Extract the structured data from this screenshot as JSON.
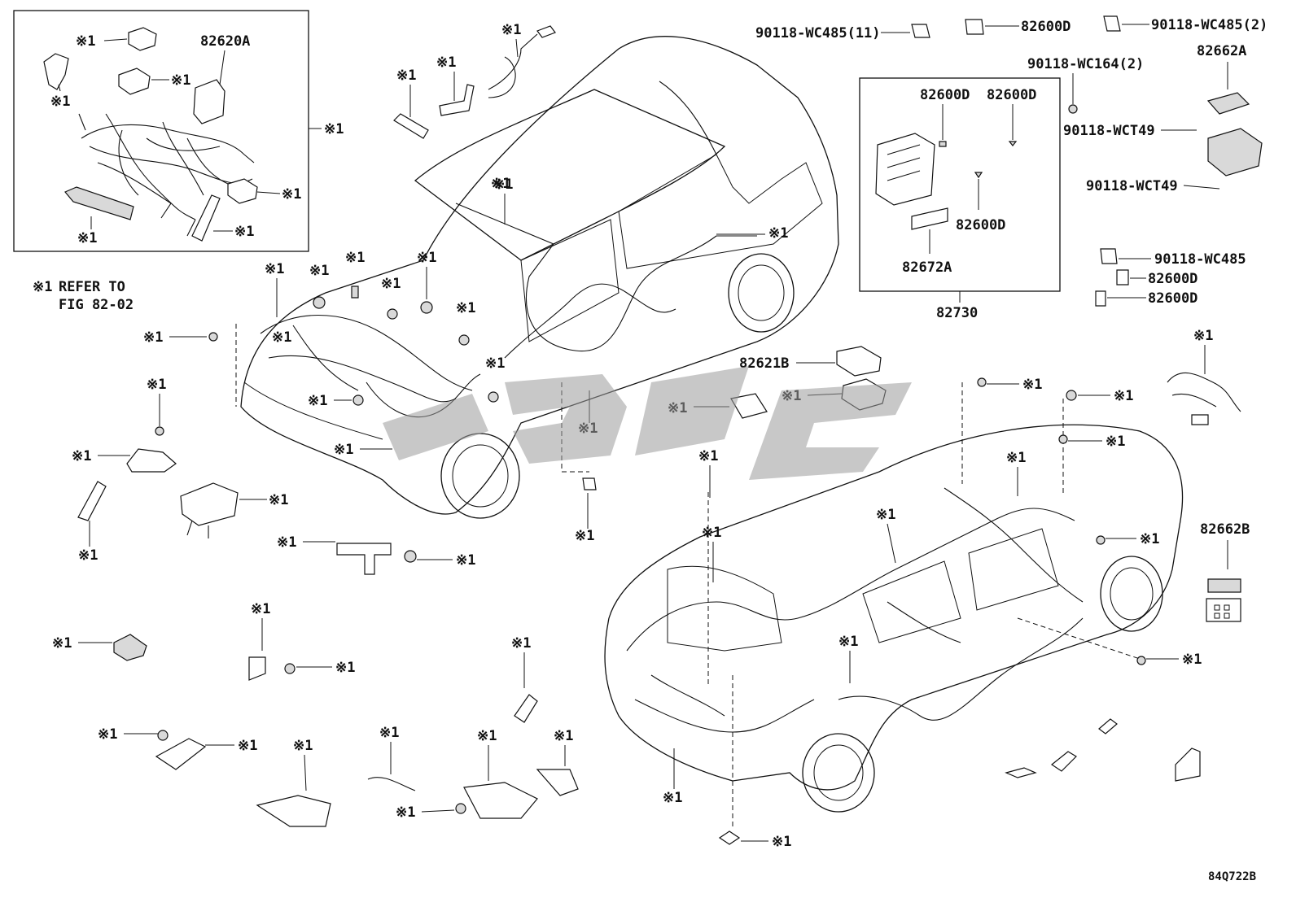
{
  "note": {
    "mark": "※1",
    "line1": "REFER TO",
    "line2": "FIG 82-02"
  },
  "mark": "※1",
  "figure_code": "84Q722B",
  "parts": {
    "p82620A": "82620A",
    "p90118_WC485_11": "90118-WC485(11)",
    "p82600D_top": "82600D",
    "p90118_WC485_2": "90118-WC485(2)",
    "p90118_WC164_2": "90118-WC164(2)",
    "p82662A": "82662A",
    "p82600D_a": "82600D",
    "p82600D_b": "82600D",
    "p82600D_c": "82600D",
    "p82672A": "82672A",
    "p82730": "82730",
    "p90118_WCT49_a": "90118-WCT49",
    "p90118_WCT49_b": "90118-WCT49",
    "p90118_WC485": "90118-WC485",
    "p82600D_r1": "82600D",
    "p82600D_r2": "82600D",
    "p82621B": "82621B",
    "p82662B": "82662B"
  }
}
